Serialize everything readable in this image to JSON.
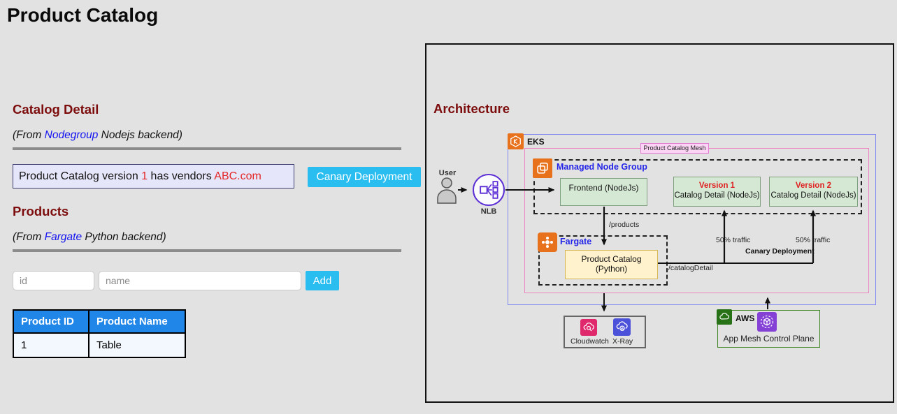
{
  "page": {
    "title": "Product Catalog"
  },
  "catalog_detail": {
    "heading": "Catalog Detail",
    "subtitle_prefix": "(From ",
    "subtitle_link": "Nodegroup",
    "subtitle_suffix": " Nodejs backend)",
    "version_text_1": "Product Catalog version ",
    "version_number": "1",
    "version_text_2": " has vendors ",
    "vendor": "ABC.com",
    "canary_button": "Canary Deployment"
  },
  "products": {
    "heading": "Products",
    "subtitle_prefix": "(From ",
    "subtitle_link": "Fargate",
    "subtitle_suffix": " Python backend)",
    "id_placeholder": "id",
    "name_placeholder": "name",
    "add_button": "Add",
    "table": {
      "headers": [
        "Product ID",
        "Product Name"
      ],
      "rows": [
        [
          "1",
          "Table"
        ]
      ]
    }
  },
  "architecture": {
    "heading": "Architecture",
    "user_label": "User",
    "nlb_label": "NLB",
    "eks_label": "EKS",
    "mesh_label": "Product Catalog Mesh",
    "managed_node_group_label": "Managed Node Group",
    "frontend_label": "Frontend (NodeJs)",
    "version1_title": "Version 1",
    "version1_sub": "Catalog Detail (NodeJs)",
    "version2_title": "Version 2",
    "version2_sub": "Catalog Detail (NodeJs)",
    "products_route": "/products",
    "fargate_label": "Fargate",
    "python_service_label": "Product Catalog (Python)",
    "catalog_route": "/catalogDetail",
    "traffic_left": "50% traffic",
    "traffic_right": "50% traffic",
    "canary_label": "Canary Deployment",
    "cloudwatch_label": "Cloudwatch",
    "xray_label": "X-Ray",
    "aws_label": "AWS",
    "appmesh_label": "App Mesh Control Plane"
  },
  "colors": {
    "background": "#e2e2e2",
    "heading_maroon": "#7d0d0d",
    "link_blue": "#1414f0",
    "alert_red": "#e32727",
    "accent_cyan": "#29bdf0",
    "table_header_blue": "#2086e8",
    "table_row_blue": "#f3f8fe",
    "version_box_bg": "#e6e6fa",
    "aws_orange": "#e8721c",
    "eks_border_blue": "#8388ef",
    "mesh_border_pink": "#ee86c4",
    "node_green": "#d5e8d4",
    "python_yellow": "#fff2cc",
    "nlb_purple": "#5b2ed6",
    "cloudwatch_pink": "#e0286c",
    "xray_blue": "#4b52d9",
    "aws_green": "#277116",
    "appmesh_purple": "#8540d6"
  }
}
